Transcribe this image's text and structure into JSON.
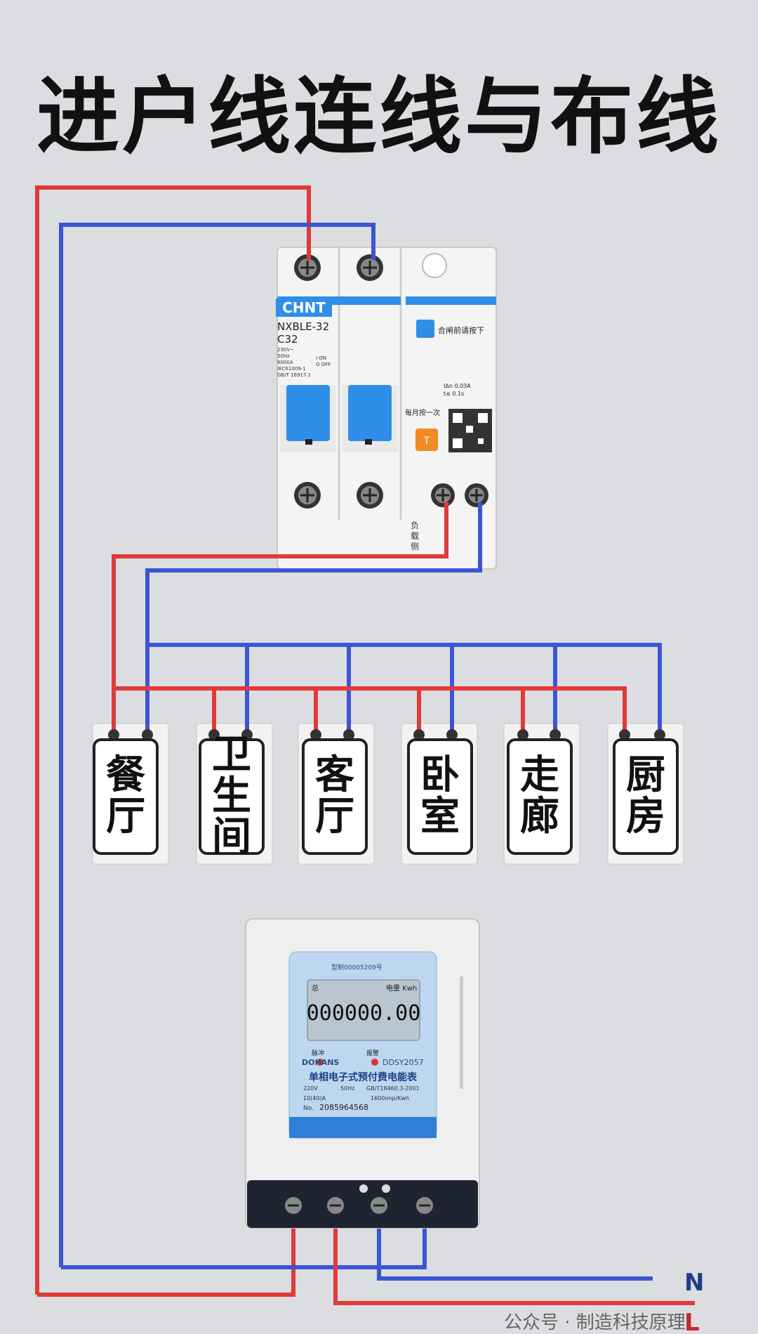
{
  "title": "进户线连线与布线",
  "breaker": {
    "brand": "CHNT",
    "model": "NXBLE-32",
    "rating": "C32",
    "specs": [
      "230V~",
      "50Hz",
      "6000A",
      "IEC61009-1",
      "GB/T 16917.1"
    ],
    "on_off": [
      "I ON",
      "O OFF"
    ],
    "notice_top": "合闸前请按下",
    "residual": [
      "IΔn 0.03A",
      "t≤ 0.1s"
    ],
    "test_note": "每月按一次",
    "test_key": "T",
    "load_side": "负载侧"
  },
  "rooms": [
    {
      "chars": [
        "餐",
        "厅"
      ]
    },
    {
      "chars": [
        "卫",
        "生",
        "间"
      ]
    },
    {
      "chars": [
        "客",
        "厅"
      ]
    },
    {
      "chars": [
        "卧",
        "室"
      ]
    },
    {
      "chars": [
        "走",
        "廊"
      ]
    },
    {
      "chars": [
        "厨",
        "房"
      ]
    }
  ],
  "meter": {
    "cert": "型制00005209号",
    "total": "总",
    "energy_label": "电量 Kwh",
    "reading": "000000.00",
    "pulse": "脉冲",
    "alarm": "报警",
    "brand": "DOHANS",
    "model": "DDSY2057",
    "name": "单相电子式预付费电能表",
    "voltage": "220V",
    "freq": "50Hz",
    "standard": "GB/T18460.3-2001",
    "current": "10(40)A",
    "const": "1600imp/Kwh",
    "no_label": "No.",
    "serial": "2085964568"
  },
  "terminals": {
    "n": "N",
    "l": "L"
  },
  "watermark": "公众号 · 制造科技原理",
  "colors": {
    "live": "#e03a3a",
    "neutral": "#3b55d6",
    "breaker_blue": "#2f8fe8",
    "test_orange": "#f08a22",
    "lcd": "#b9c6cf",
    "meter_face": "#bcd7ef"
  }
}
